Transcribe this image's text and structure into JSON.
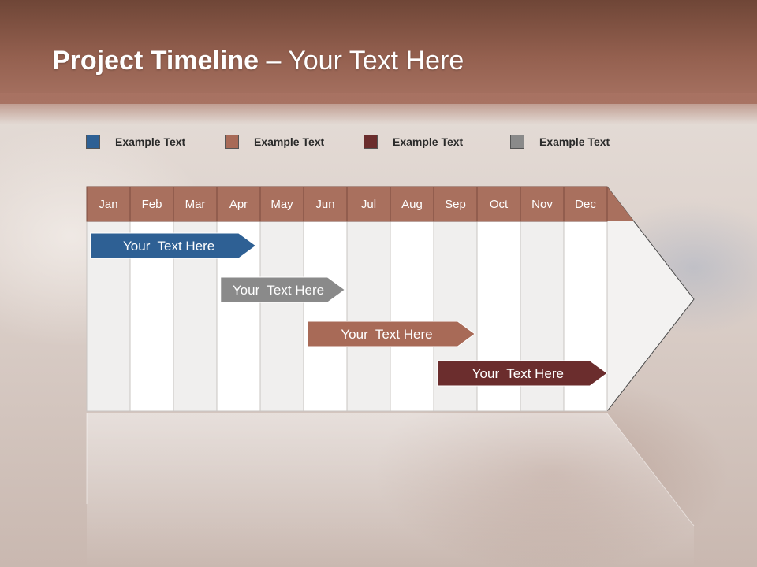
{
  "slide": {
    "title_bold": "Project Timeline",
    "title_rest": " – Your Text Here"
  },
  "colors": {
    "header": "#9a6453",
    "blue": "#2e6094",
    "brown": "#a86a57",
    "maroon": "#6b2d2d",
    "gray": "#8a8a8a",
    "month_header": "#a9705e"
  },
  "legend": [
    {
      "label": "Example Text",
      "color": "#2e6094"
    },
    {
      "label": "Example Text",
      "color": "#a86a57"
    },
    {
      "label": "Example Text",
      "color": "#6b2d2d"
    },
    {
      "label": "Example Text",
      "color": "#8a8a8a"
    }
  ],
  "months": [
    "Jan",
    "Feb",
    "Mar",
    "Apr",
    "May",
    "Jun",
    "Jul",
    "Aug",
    "Sep",
    "Oct",
    "Nov",
    "Dec"
  ],
  "bars": [
    {
      "label": "Your  Text Here",
      "start_month": 0.05,
      "end_month": 3.9,
      "color": "#2e6094"
    },
    {
      "label": "Your  Text Here",
      "start_month": 3.05,
      "end_month": 5.95,
      "color": "#8a8a8a"
    },
    {
      "label": "Your  Text Here",
      "start_month": 5.05,
      "end_month": 8.95,
      "color": "#a86a57"
    },
    {
      "label": "Your  Text Here",
      "start_month": 8.05,
      "end_month": 12.0,
      "color": "#6b2d2d"
    }
  ]
}
